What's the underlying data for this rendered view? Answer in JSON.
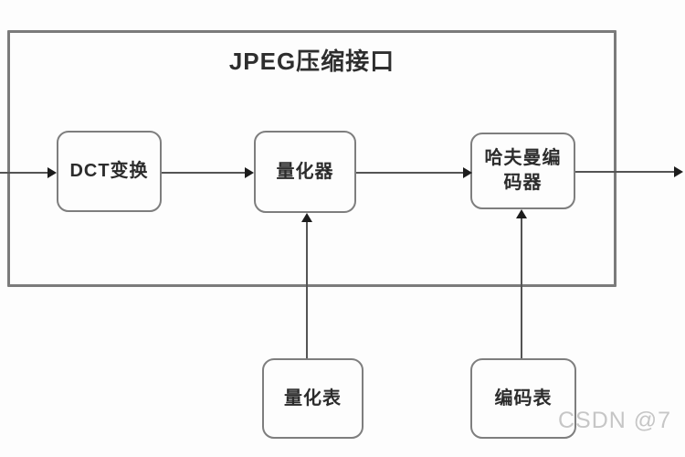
{
  "diagram": {
    "title": "JPEG压缩接口",
    "nodes": [
      {
        "id": "dct",
        "label": "DCT变换"
      },
      {
        "id": "quantizer",
        "label": "量化器"
      },
      {
        "id": "huffman",
        "label": "哈夫曼编码器"
      },
      {
        "id": "quant-table",
        "label": "量化表"
      },
      {
        "id": "code-table",
        "label": "编码表"
      }
    ],
    "edges": [
      {
        "from": "input",
        "to": "dct",
        "direction": "right"
      },
      {
        "from": "dct",
        "to": "quantizer",
        "direction": "right"
      },
      {
        "from": "quantizer",
        "to": "huffman",
        "direction": "right"
      },
      {
        "from": "huffman",
        "to": "output",
        "direction": "right"
      },
      {
        "from": "quant-table",
        "to": "quantizer",
        "direction": "up"
      },
      {
        "from": "code-table",
        "to": "huffman",
        "direction": "up"
      }
    ],
    "colors": {
      "box_border": "#7e7e7e",
      "outer_border": "#7b7b7b",
      "line": "#545454",
      "arrowhead": "#1c1c1c",
      "text": "#2c2c2c",
      "watermark": "#c6c6c6",
      "background": "#fdfdfd"
    }
  },
  "watermark": {
    "text": "CSDN @7"
  }
}
